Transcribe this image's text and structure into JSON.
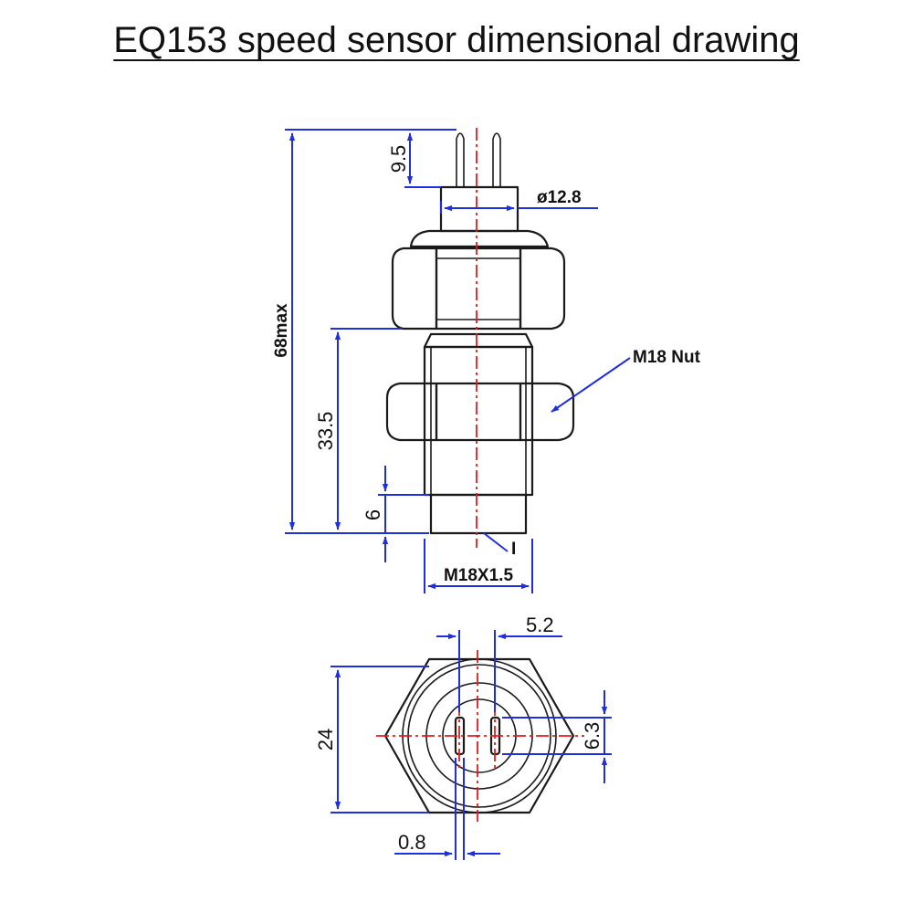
{
  "title": "EQ153 speed sensor dimensional drawing",
  "side_view": {
    "terminal_length": "9.5",
    "body_diameter": "ø12.8",
    "overall_length": "68max",
    "thread_length": "33.5",
    "tip_length": "6",
    "nut_label": "M18 Nut",
    "thread_spec": "M18X1.5",
    "tip_marker": "I"
  },
  "end_view": {
    "pin_spacing": "5.2",
    "hex_across_flats": "24",
    "pin_length": "6.3",
    "pin_width": "0.8"
  },
  "colors": {
    "dimension": "#1f2fe0",
    "centerline": "#e51b1b",
    "outline": "#1a1a1a"
  }
}
